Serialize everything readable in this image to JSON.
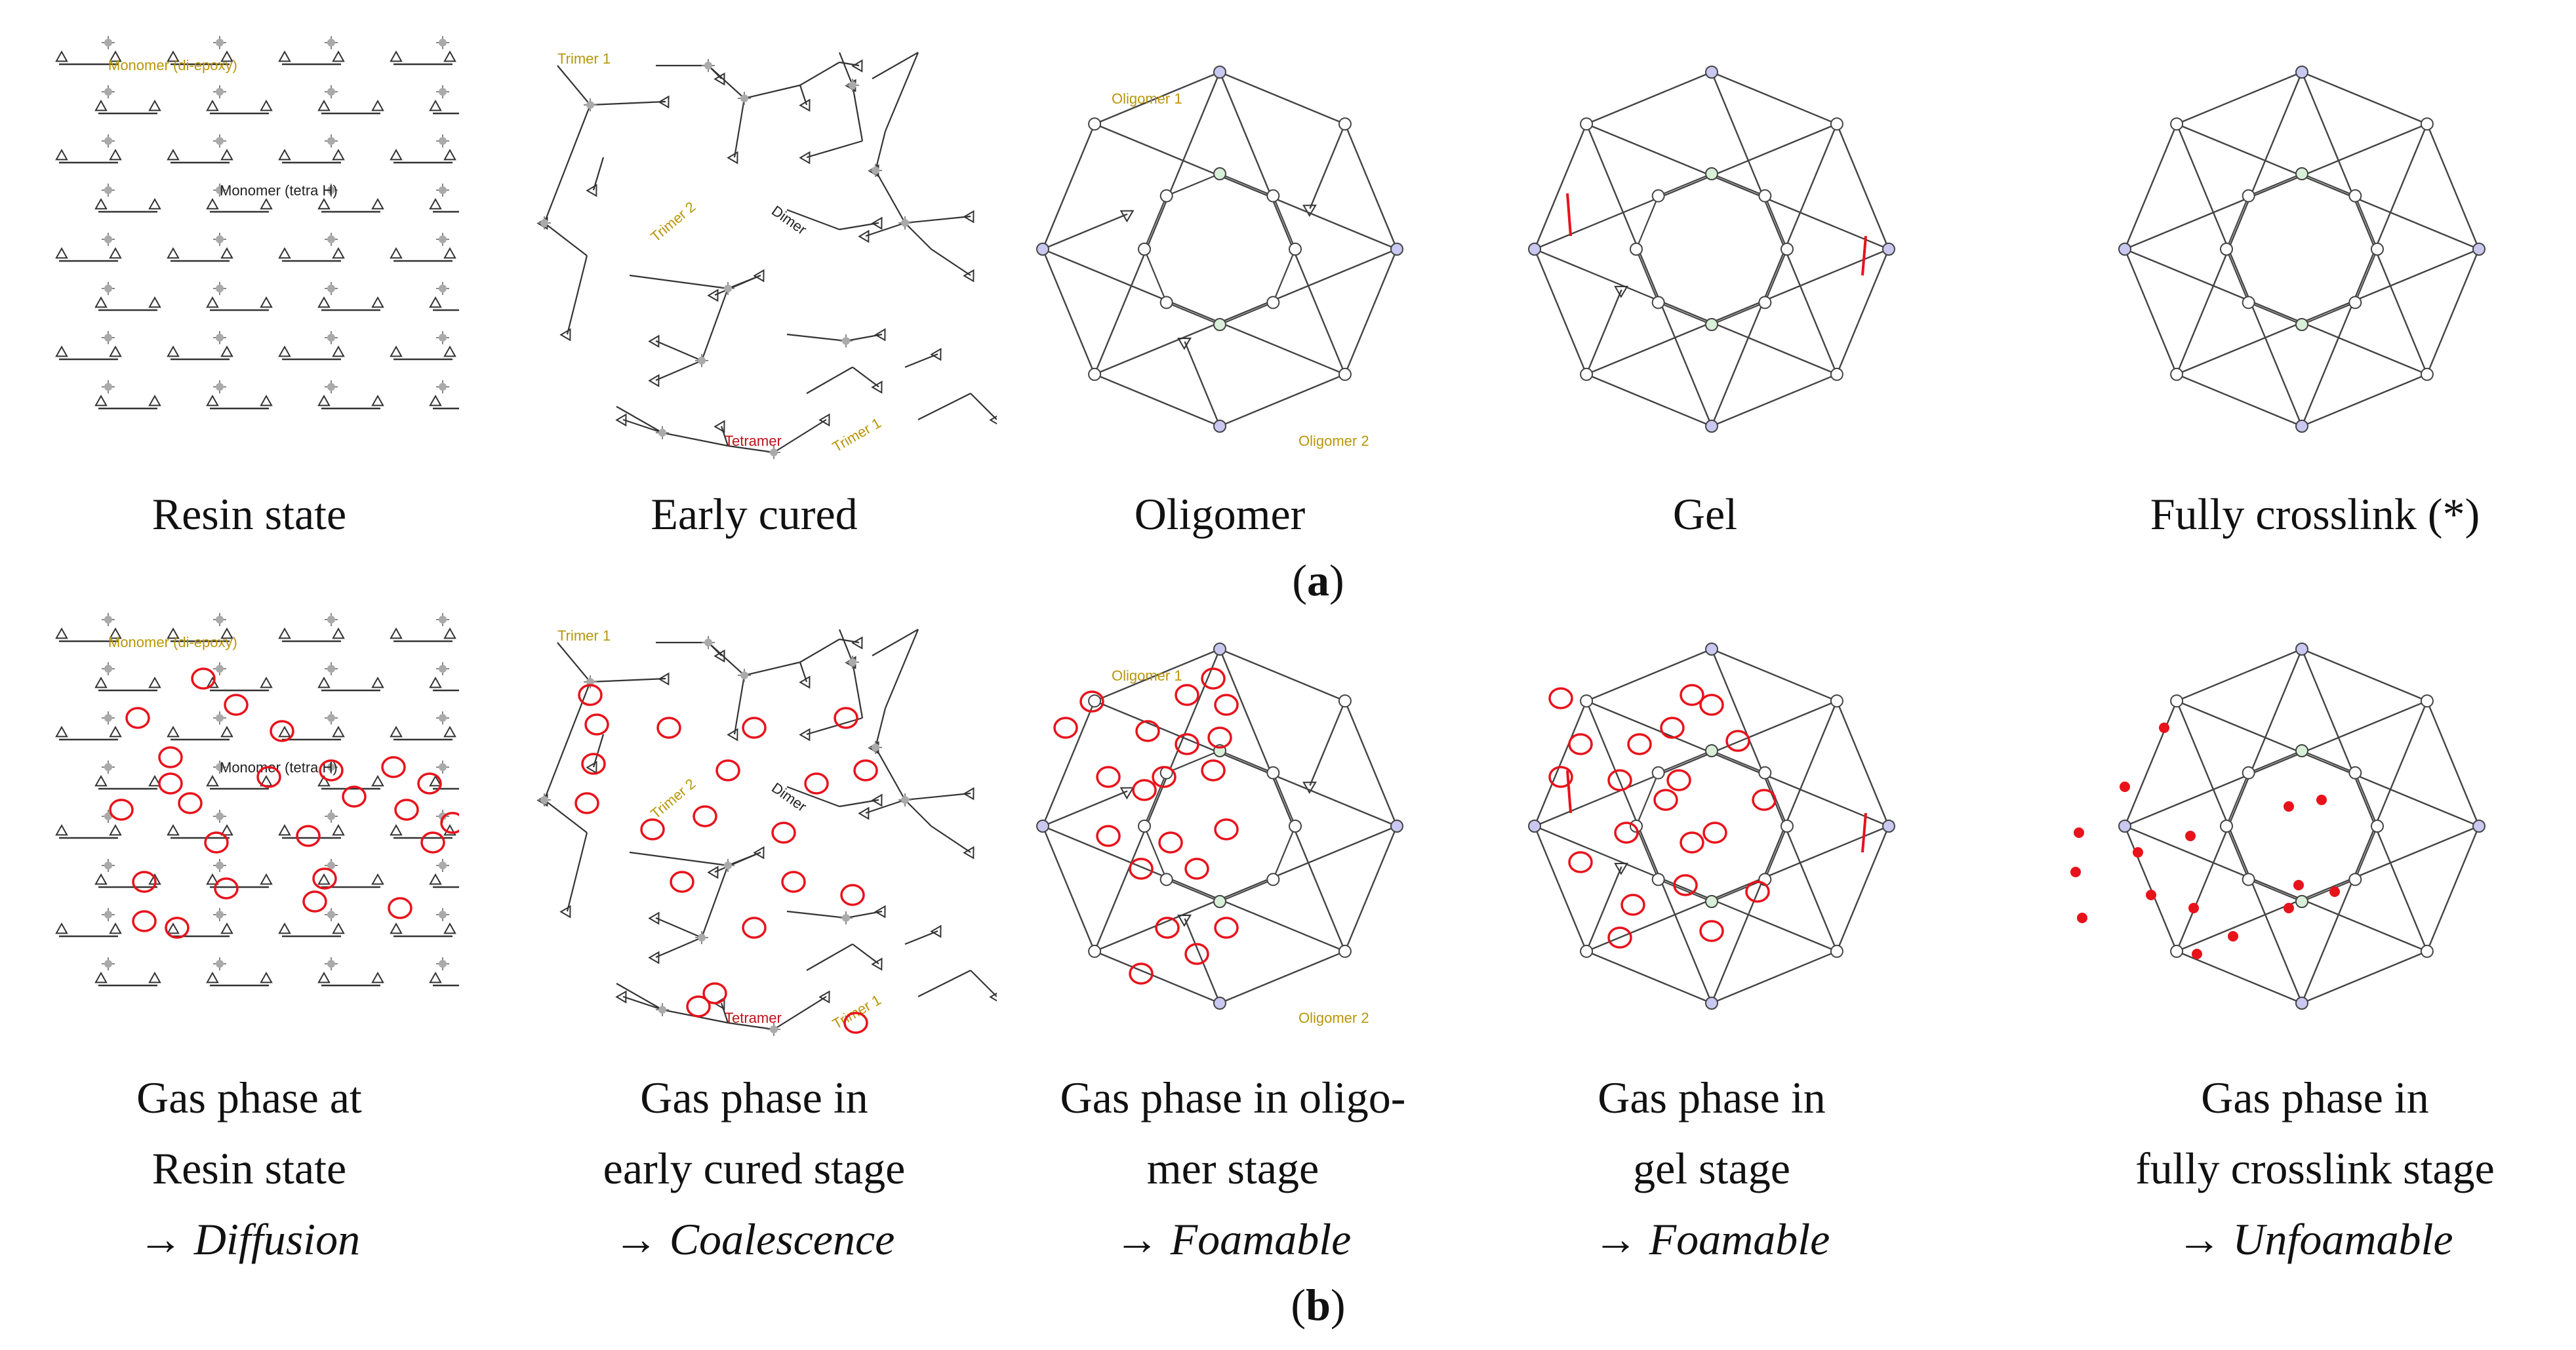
{
  "labels": {
    "monomer_epoxy": "Monomer (di-epoxy)",
    "monomer_tetra": "Monomer (tetra H)",
    "trimer1": "Trimer 1",
    "trimer2": "Trimer 2",
    "dimer": "Dimer",
    "tetramer": "Tetramer",
    "oligomer1": "Oligomer 1",
    "oligomer2": "Oligomer 2"
  },
  "row_a": {
    "sublabel_open": "(",
    "sublabel_letter": "a",
    "sublabel_close": ")",
    "captions": [
      "Resin state",
      "Early cured",
      "Oligomer",
      "Gel",
      "Fully crosslink (*)"
    ]
  },
  "row_b": {
    "sublabel_open": "(",
    "sublabel_letter": "b",
    "sublabel_close": ")",
    "captions": [
      {
        "line1": "Gas phase at",
        "line2": "Resin state",
        "arrow": "→",
        "result": "Diffusion"
      },
      {
        "line1": "Gas phase in",
        "line2": "early cured stage",
        "arrow": "→",
        "result": "Coalescence"
      },
      {
        "line1": "Gas phase in oligo-",
        "line2": "mer stage",
        "arrow": "→",
        "result": "Foamable"
      },
      {
        "line1": "Gas phase in",
        "line2": "gel stage",
        "arrow": "→",
        "result": "Foamable"
      },
      {
        "line1": "Gas phase in",
        "line2": "fully crosslink stage",
        "arrow": "→",
        "result": "Unfoamable"
      }
    ]
  },
  "colors": {
    "line": "#333333",
    "bubble": "#e8121b",
    "label_gold": "#b8960a",
    "label_red": "#c0121b",
    "node_blue": "#c8c8f0",
    "node_green": "#d8efd8",
    "crosslink_red": "#e8121b"
  }
}
